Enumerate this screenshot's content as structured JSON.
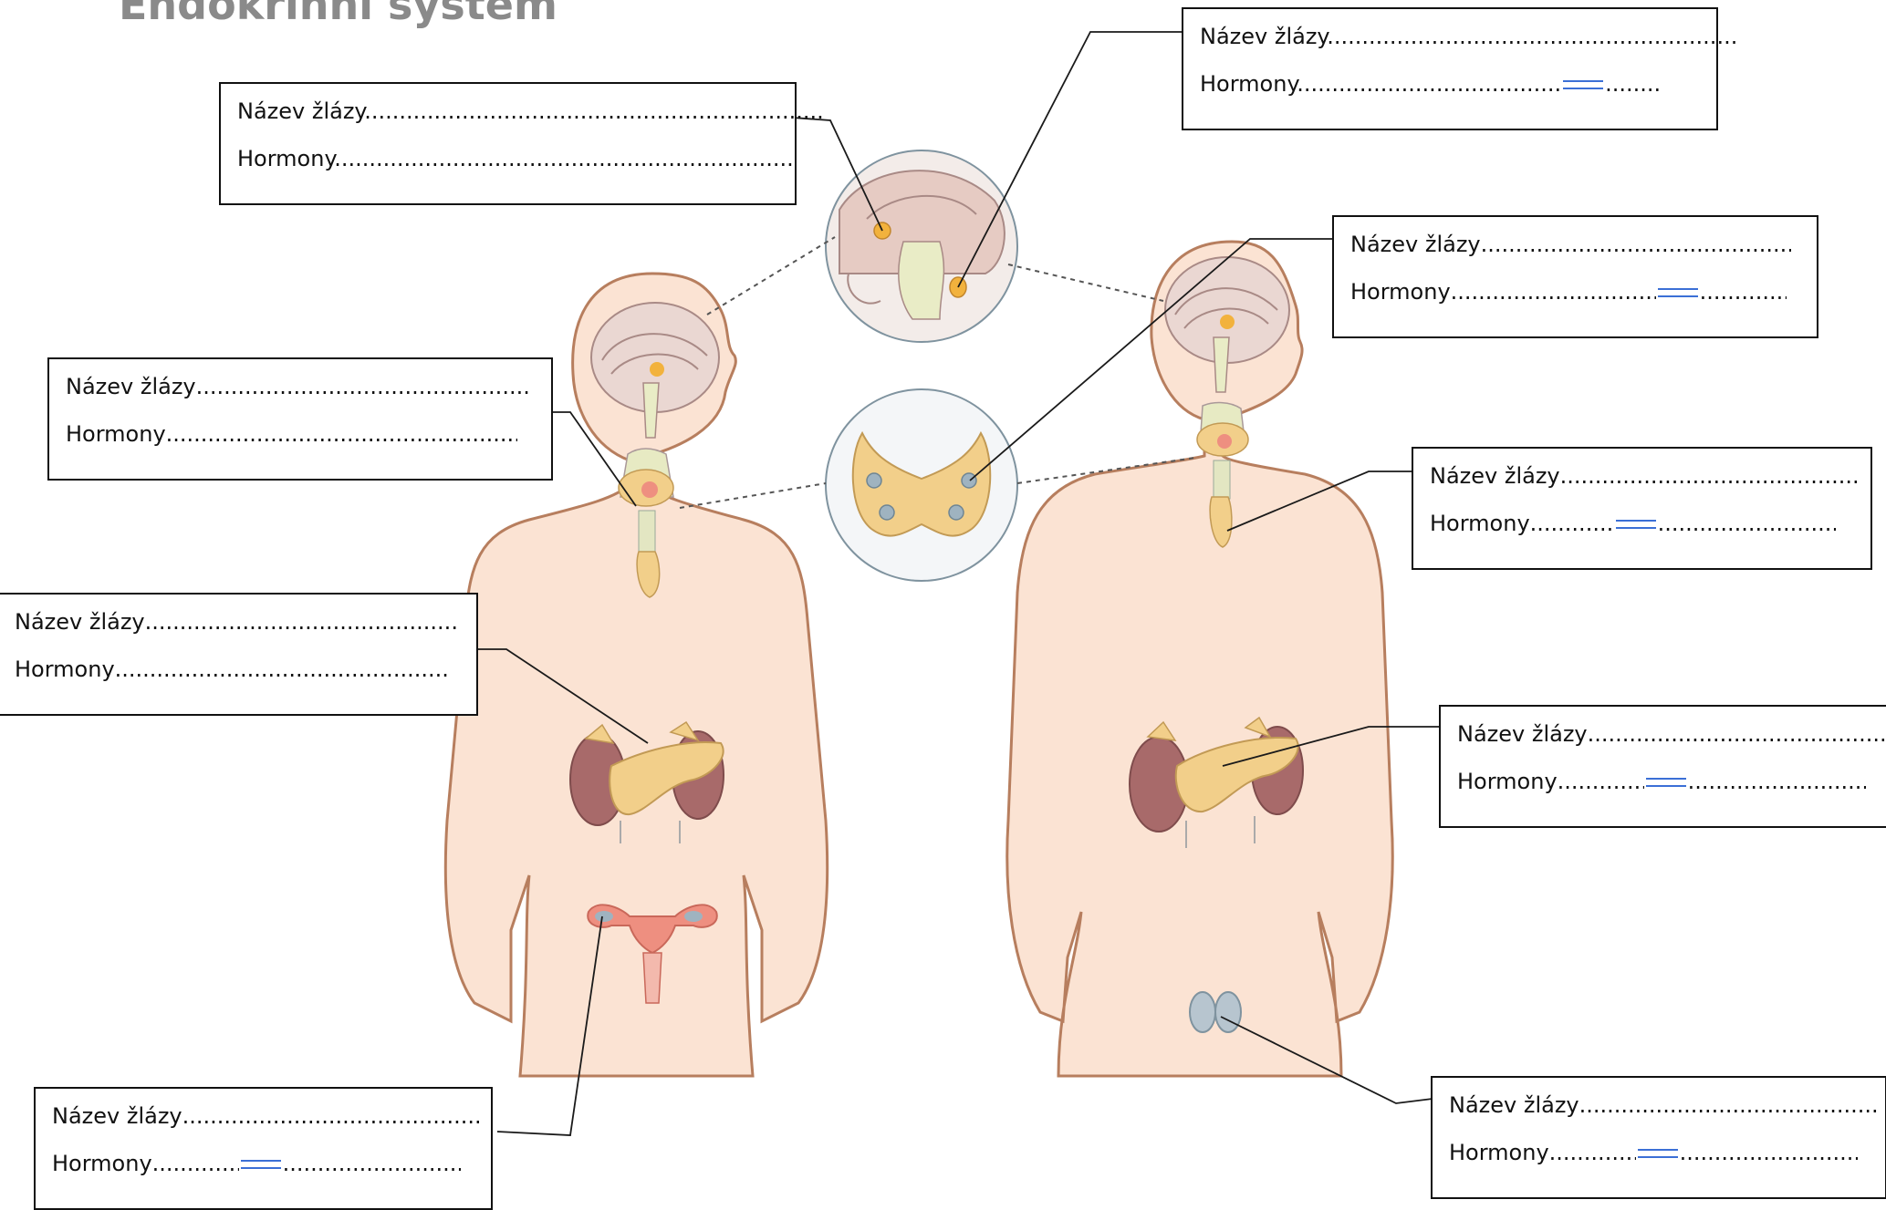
{
  "title": "Endokrinní systém",
  "labels": {
    "name": "Název žlázy",
    "hormones": "Hormony"
  },
  "dots_long": "..................................................................",
  "dots_mid": "...........................................................",
  "dots_short": "......................................",
  "colors": {
    "skin": "#fbe3d3",
    "skin_outline": "#b77e5e",
    "gland_yellow": "#f2cf8a",
    "kidney": "#a86a6a",
    "brain": "#e9cfc6",
    "ovary_pink": "#ee8f80",
    "blue_grey": "#9fb3c0",
    "line": "#1a1a1a",
    "underline_blue": "#3b6fd6"
  },
  "icons": [
    "female-body-figure",
    "male-body-figure",
    "brain-zoom-circle",
    "thyroid-zoom-circle"
  ]
}
